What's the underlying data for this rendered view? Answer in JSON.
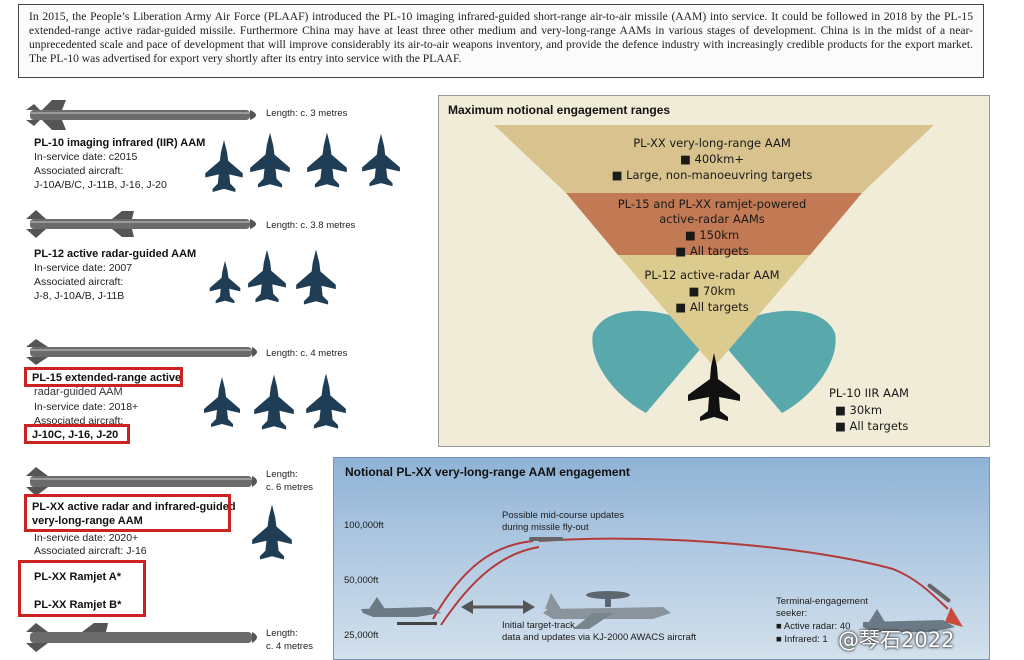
{
  "intro": {
    "text": "In 2015, the People’s Liberation Army Air Force (PLAAF) introduced the PL-10 imaging infrared-guided short-range air-to-air missile (AAM) into service. It could be followed in 2018 by the PL-15 extended-range active radar-guided missile. Furthermore China may have at least three other medium and very-long-range AAMs in various stages of development. China is in the midst of a near-unprecedented scale and pace of development that will improve considerably its air-to-air weapons inventory, and provide the defence industry with increasingly credible products for the export market. The PL-10 was advertised for export very shortly after its entry into service with the PLAAF."
  },
  "missiles": [
    {
      "length": "Length: c. 3 metres",
      "title": "PL-10 imaging infrared (IIR) AAM",
      "service": "In-service date: c2015",
      "aircraft_label": "Associated aircraft:",
      "aircraft": "J-10A/B/C, J-11B, J-16, J-20"
    },
    {
      "length": "Length: c. 3.8 metres",
      "title": "PL-12 active radar-guided AAM",
      "service": "In-service date: 2007",
      "aircraft_label": "Associated aircraft:",
      "aircraft": "J-8, J-10A/B, J-11B"
    },
    {
      "length": "Length: c. 4 metres",
      "title": "PL-15 extended-range active",
      "title2": "radar-guided AAM",
      "service": "In-service date: 2018+",
      "aircraft_label": "Associated aircraft:",
      "aircraft": "J-10C, J-16, J-20"
    },
    {
      "length": "Length:",
      "length2": "c. 6 metres",
      "title": "PL-XX active radar and infrared-guided",
      "title2": "very-long-range AAM",
      "service": "In-service date: 2020+",
      "aircraft_label": "Associated aircraft: J-16"
    },
    {
      "ramjet_a": "PL-XX Ramjet A*",
      "ramjet_b": "PL-XX Ramjet B*",
      "length": "Length:",
      "length2": "c. 4 metres"
    }
  ],
  "ranges": {
    "title": "Maximum notional engagement ranges",
    "band1": {
      "title": "PL-XX very-long-range AAM",
      "range": "■ 400km+",
      "targets": "■ Large, non-manoeuvring targets"
    },
    "band2": {
      "title": "PL-15 and PL-XX ramjet-powered",
      "title2": "active-radar AAMs",
      "range": "■ 150km",
      "targets": "■ All targets"
    },
    "band3": {
      "title": "PL-12 active-radar AAM",
      "range": "■ 70km",
      "targets": "■ All targets"
    },
    "band4": {
      "title": "PL-10 IIR AAM",
      "range": "■ 30km",
      "targets": "■ All targets"
    }
  },
  "engagement": {
    "title": "Notional PL-XX very-long-range AAM engagement",
    "alt1": "100,000ft",
    "alt2": "50,000ft",
    "alt3": "25,000ft",
    "updates": "Possible mid-course updates",
    "updates2": "during missile fly-out",
    "track": "Initial target-track",
    "track2": "data and updates via KJ-2000 AWACS aircraft",
    "seeker": "Terminal-engagement",
    "seeker2": "seeker:",
    "seeker3": "■ Active radar: 40",
    "seeker4": "■ Infrared: 1"
  },
  "watermark": "@琴石2022",
  "colors": {
    "band1": "#d8c38e",
    "band2": "#c27a55",
    "band3": "#dccb8f",
    "band4": "#58a8ac",
    "red_box": "#cc2222",
    "jet": "#1f3d55"
  }
}
